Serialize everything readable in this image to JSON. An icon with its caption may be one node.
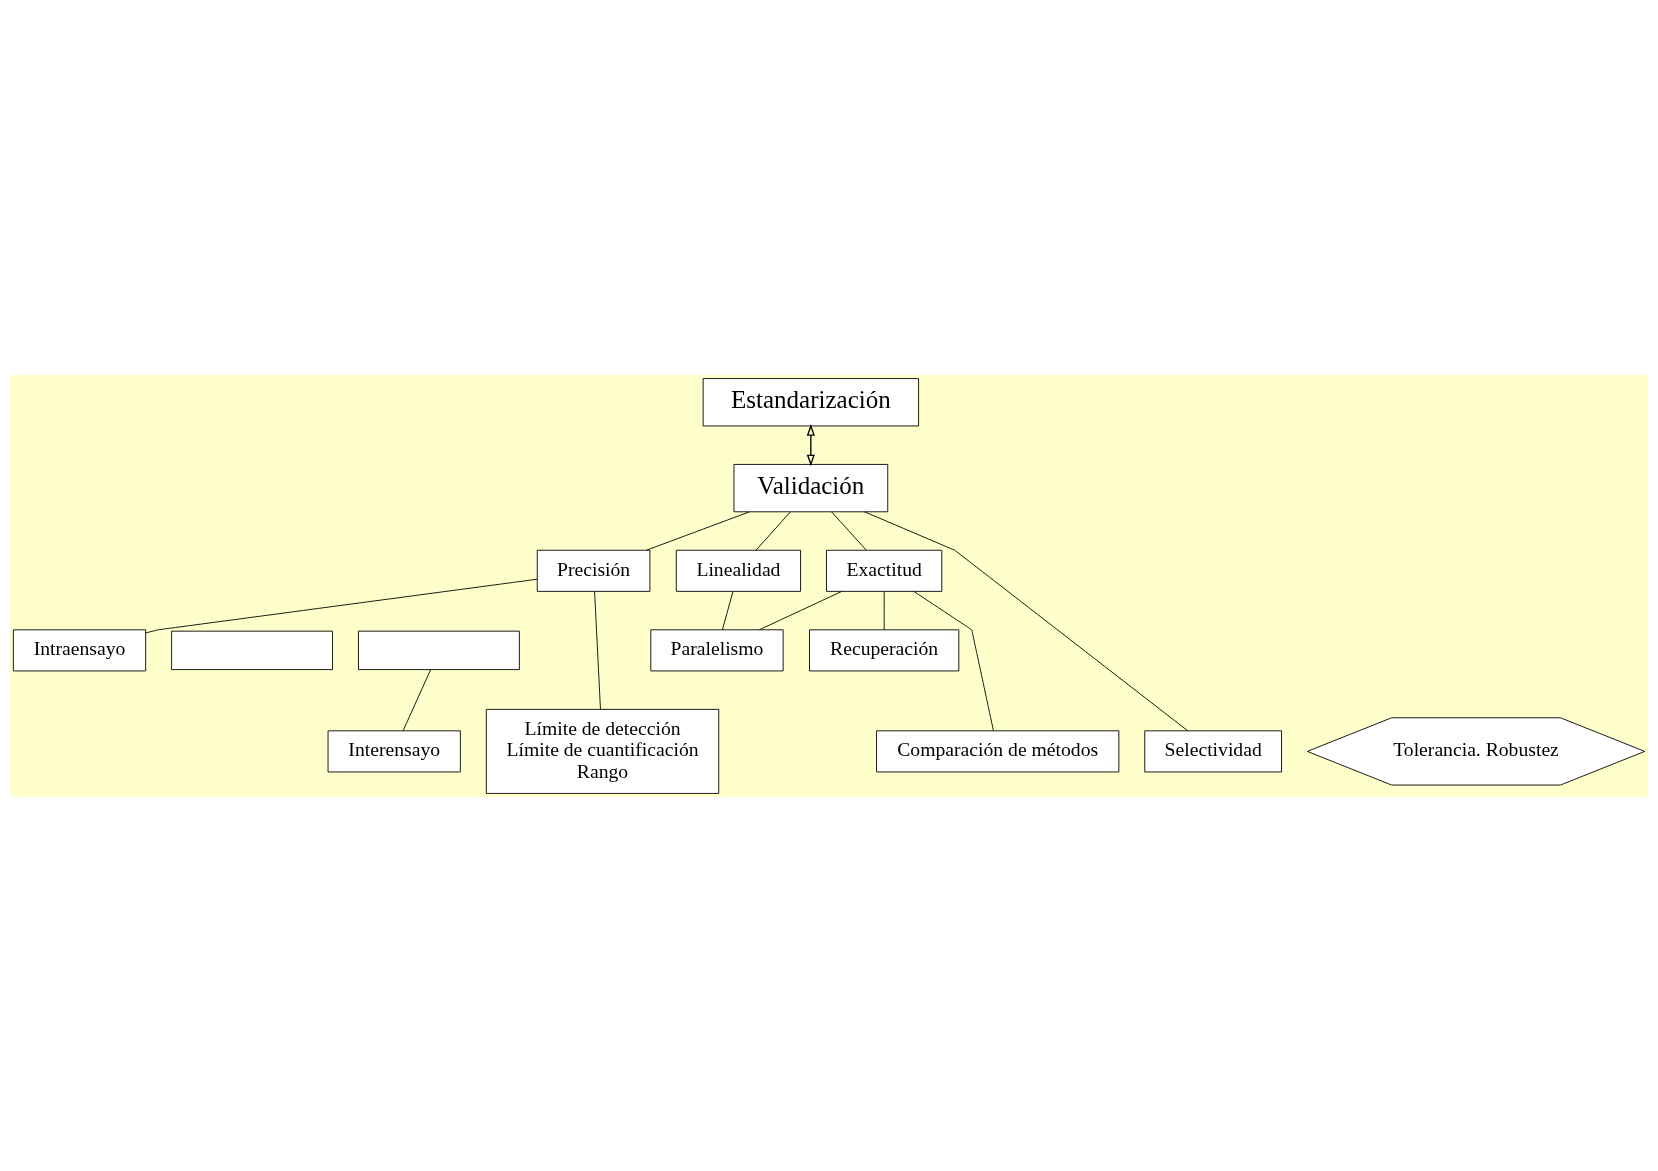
{
  "diagram": {
    "nodes": [
      {
        "text": [
          "Estandarización"
        ]
      },
      {
        "text": [
          "Validación"
        ]
      },
      {
        "text": [
          "Precisión"
        ]
      },
      {
        "text": [
          "Linealidad"
        ]
      },
      {
        "text": [
          "Exactitud"
        ]
      },
      {
        "text": [
          "Intraensayo"
        ]
      },
      {
        "text": [],
        "shape": "box"
      },
      {
        "text": [],
        "shape": "box"
      },
      {
        "text": [
          "Interensayo"
        ]
      },
      {
        "text": [
          "Límite de detección",
          "Límite de cuantificación",
          "Rango"
        ]
      },
      {
        "text": [
          "Paralelismo"
        ]
      },
      {
        "text": [
          "Recuperación"
        ]
      },
      {
        "text": [
          "Comparación de métodos"
        ]
      },
      {
        "text": [
          "Selectividad"
        ]
      },
      {
        "text": [
          "Tolerancia. Robustez"
        ]
      }
    ],
    "edges": [
      {
        "from": 0,
        "to": 1,
        "arrow": "both"
      },
      {
        "from": 1,
        "to": 2,
        "arrow": "none"
      },
      {
        "from": 1,
        "to": 3,
        "arrow": "none"
      },
      {
        "from": 1,
        "to": 4,
        "arrow": "none"
      },
      {
        "from": 1,
        "to": 13,
        "arrow": "none"
      },
      {
        "from": 2,
        "to": 5,
        "arrow": "none"
      },
      {
        "from": 2,
        "to": 9,
        "arrow": "none"
      },
      {
        "from": 3,
        "to": 10,
        "arrow": "none"
      },
      {
        "from": 4,
        "to": 10,
        "arrow": "none"
      },
      {
        "from": 4,
        "to": 12,
        "arrow": "none"
      },
      {
        "from": 4,
        "to": 11,
        "arrow": "none"
      },
      {
        "from": 7,
        "to": 8,
        "arrow": "none"
      }
    ]
  }
}
